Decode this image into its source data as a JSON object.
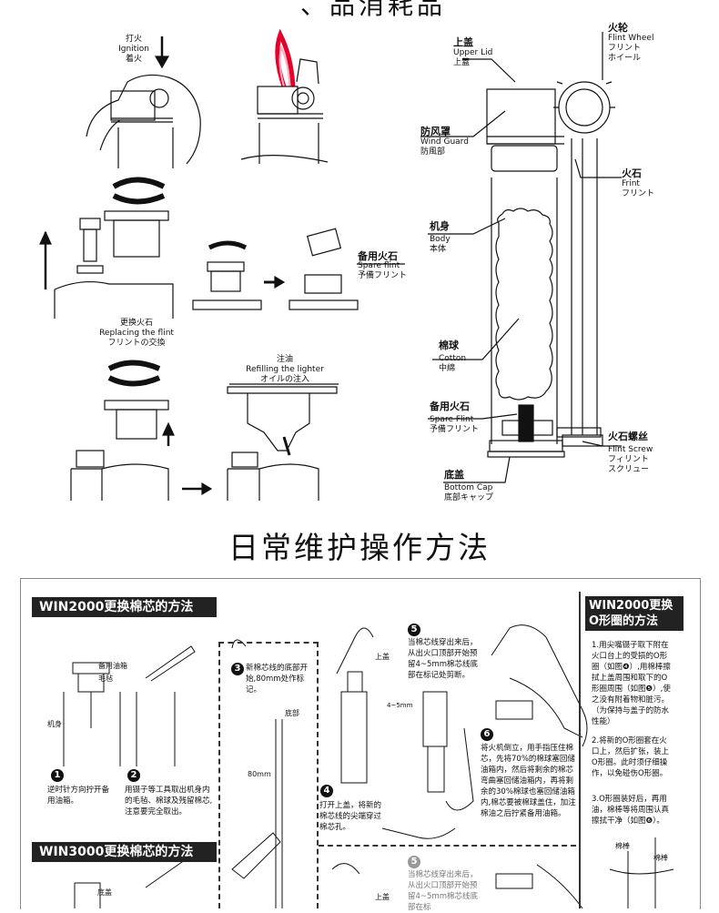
{
  "top_title_partial": "、品消耗品",
  "ignition": {
    "zh1": "打火",
    "en": "Ignition",
    "zh2": "着火"
  },
  "replace_flint": {
    "zh": "更换火石",
    "en": "Replacing the flint",
    "jp": "フリントの交換"
  },
  "spare_flint_small": {
    "zh": "备用火石",
    "en": "Spare flint",
    "jp": "予備フリント"
  },
  "refill": {
    "zh": "注油",
    "en": "Refilling the lighter",
    "jp": "オイルの注入"
  },
  "parts": {
    "upper_lid": {
      "zh": "上盖",
      "en": "Upper Lid",
      "jp": "上蓋"
    },
    "flint_wheel": {
      "zh": "火轮",
      "en": "Flint Wheel",
      "jp1": "フリント",
      "jp2": "ホイール"
    },
    "wind_guard": {
      "zh": "防风罩",
      "en": "Wind Guard",
      "jp": "防風部"
    },
    "flint": {
      "zh": "火石",
      "en": "Frint",
      "jp": "フリント"
    },
    "body": {
      "zh": "机身",
      "en": "Body",
      "jp": "本体"
    },
    "cotton": {
      "zh": "棉球",
      "en": "Cotton",
      "jp": "中綿"
    },
    "spare_flint": {
      "zh": "备用火石",
      "en": "Spare Flint",
      "jp": "予備フリント"
    },
    "flint_screw": {
      "zh": "火石螺丝",
      "en": "Flint Screw",
      "jp1": "フィリント",
      "jp2": "スクリュー"
    },
    "bottom_cap": {
      "zh": "底盖",
      "en": "Bottom Cap",
      "jp": "底部キャップ"
    }
  },
  "section_title": "日常维护操作方法",
  "win2000_wick": "WIN2000更换棉芯的方法",
  "win3000_wick": "WIN3000更换棉芯的方法",
  "win2000_oring_l1": "WIN2000更换",
  "win2000_oring_l2": "O形圈的方法",
  "small_labels": {
    "upper_cover": "上盖",
    "spare_cotton": "备用油箱",
    "felt": "毛毡",
    "body": "机身",
    "bottom": "底部",
    "mm80": "80mm",
    "mm45": "4~5mm",
    "bottom_cap": "底盖",
    "mianbang": "棉棒",
    "bmianbang": "棉棒"
  },
  "steps": {
    "s1": {
      "num": "1",
      "text": "逆时针方向拧开备用油箱。"
    },
    "s2": {
      "num": "2",
      "text": "用镊子等工具取出机身内的毛毡、棉球及残留棉芯,注意要完全取出。"
    },
    "s3": {
      "num": "3",
      "text": "新棉芯线的底部开始,80mm处作标记。"
    },
    "s4": {
      "num": "4",
      "text": "打开上盖，将新的棉芯线的尖端穿过棉芯孔。"
    },
    "s5": {
      "num": "5",
      "text": "当棉芯线穿出来后，从出火口顶部开始预留4~5mm棉芯线底部在标记处剪断。"
    },
    "s6": {
      "num": "6",
      "text": "将火机倒立，用手指压住棉芯，先将70%的棉球塞回储油箱内，然后将剩余的棉芯弯曲塞回储油箱内，再将剩余的30%棉球也塞回储油箱内,棉芯要被棉球盖住，加注棉油之后拧紧备用油箱。"
    },
    "s5b": {
      "num": "5",
      "text": "当棉芯线穿出来后，从出火口顶部开始预留4~5mm棉芯线底部在标"
    }
  },
  "oring_steps": {
    "o1": "1.用尖嘴镊子取下附在火口台上的受损的O形圈（如图❹）,用棉棒擦拭上盖周围和取下的O形圈周围（如图❺）,使之没有附着物和脏污。（为保持与盖子的防水性能）",
    "o2": "2.将新的O形圈套在火口上，然后扩张，装上O形圈。此时须仔细操作，以免碰伤O形圈。",
    "o3": "3.O形圈装好后，再用油，棉棒等将周围认真擦拭干净（如图❻）。"
  }
}
